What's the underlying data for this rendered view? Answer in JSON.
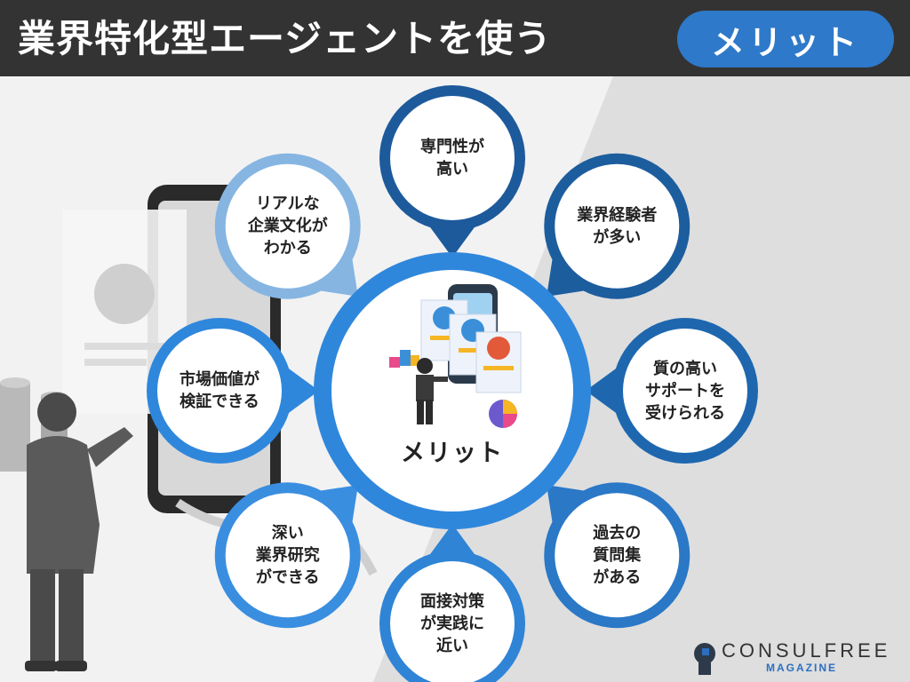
{
  "header": {
    "title": "業界特化型エージェントを使う",
    "badge": "メリット"
  },
  "center": {
    "label": "メリット"
  },
  "nodes": [
    {
      "text": "専門性が\n高い",
      "color": "#1d5a9c"
    },
    {
      "text": "業界経験者\nが多い",
      "color": "#1c5d9e"
    },
    {
      "text": "質の高い\nサポートを\n受けられる",
      "color": "#1e67af"
    },
    {
      "text": "過去の\n質問集\nがある",
      "color": "#2a78c6"
    },
    {
      "text": "面接対策\nが実践に\n近い",
      "color": "#2f84d6"
    },
    {
      "text": "深い\n業界研究\nができる",
      "color": "#3a8ee0"
    },
    {
      "text": "市場価値が\n検証できる",
      "color": "#2f87dc"
    },
    {
      "text": "リアルな\n企業文化が\nわかる",
      "color": "#86b5e2"
    }
  ],
  "logo": {
    "name": "CONSULFREE",
    "sub": "MAGAZINE"
  }
}
